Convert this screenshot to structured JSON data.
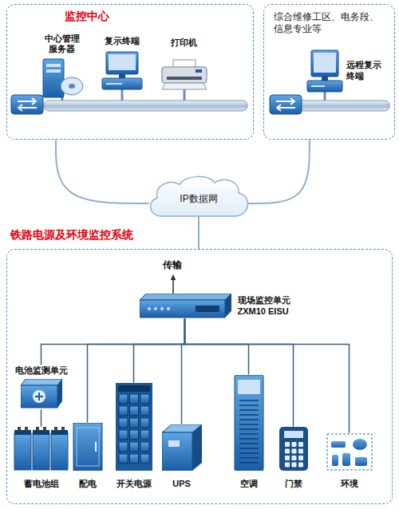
{
  "diagram": {
    "nodes": [
      {
        "text": [
          "监控中心"
        ]
      },
      {
        "text": [
          "中心管理服务器"
        ],
        "in": 0
      },
      {
        "text": [
          "复示终端"
        ],
        "in": 0
      },
      {
        "text": [
          "打印机"
        ],
        "in": 0
      },
      {
        "text": [
          "综合维修工区、电务段、信息专业等"
        ]
      },
      {
        "text": [
          "远程复示终端"
        ],
        "in": 4
      },
      {
        "text": [
          "IP数据网"
        ]
      },
      {
        "text": [
          "铁路电源及环境监控系统"
        ]
      },
      {
        "text": [
          "现场监控单元 ZXM10 EISU"
        ],
        "in": 7
      },
      {
        "text": [
          "电池监测单元"
        ],
        "in": 7
      },
      {
        "text": [
          "蓄电池组"
        ],
        "in": 7
      },
      {
        "text": [
          "配电"
        ],
        "in": 7
      },
      {
        "text": [
          "开关电源"
        ],
        "in": 7
      },
      {
        "text": [
          "UPS"
        ],
        "in": 7
      },
      {
        "text": [
          "空调"
        ],
        "in": 7
      },
      {
        "text": [
          "门禁"
        ],
        "in": 7
      },
      {
        "text": [
          "环境"
        ],
        "in": 7
      }
    ],
    "edges": [
      {
        "from": 0,
        "to": 6,
        "arrow": "none"
      },
      {
        "from": 4,
        "to": 6,
        "arrow": "none"
      },
      {
        "from": 6,
        "to": 7,
        "arrow": "none"
      },
      {
        "from": 8,
        "to": 9,
        "arrow": "none"
      },
      {
        "from": 9,
        "to": 10,
        "arrow": "none"
      },
      {
        "from": 8,
        "to": 11,
        "arrow": "none"
      },
      {
        "from": 8,
        "to": 12,
        "arrow": "none"
      },
      {
        "from": 8,
        "to": 13,
        "arrow": "none"
      },
      {
        "from": 8,
        "to": 14,
        "arrow": "none"
      },
      {
        "from": 8,
        "to": 15,
        "arrow": "none"
      },
      {
        "from": 8,
        "to": 16,
        "arrow": "none"
      }
    ],
    "labels": [
      "传输"
    ]
  }
}
